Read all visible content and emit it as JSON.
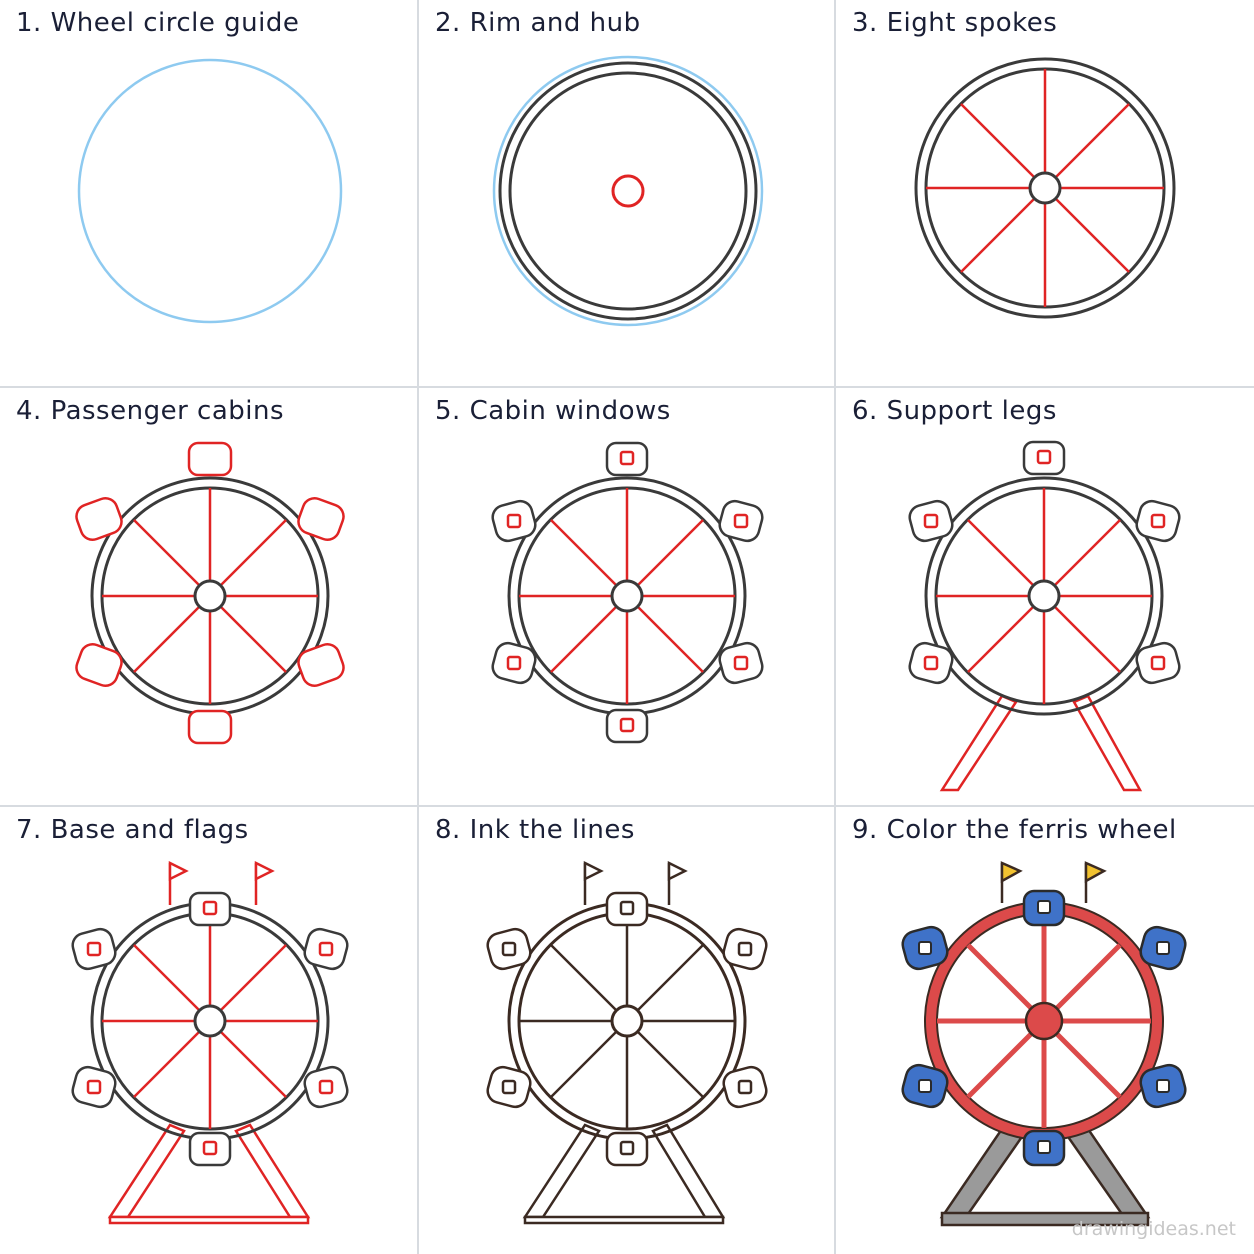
{
  "steps": [
    {
      "title": "1. Wheel circle guide"
    },
    {
      "title": "2. Rim and hub"
    },
    {
      "title": "3. Eight spokes"
    },
    {
      "title": "4. Passenger cabins"
    },
    {
      "title": "5. Cabin windows"
    },
    {
      "title": "6. Support legs"
    },
    {
      "title": "7. Base and flags"
    },
    {
      "title": "8. Ink the lines"
    },
    {
      "title": "9. Color the ferris wheel"
    }
  ],
  "watermark": "drawingideas.net",
  "colors": {
    "guide_blue": "#8ecaf0",
    "new_red": "#e02424",
    "pencil_gray": "#3a3a3a",
    "ink_brown": "#3b2a22",
    "fill_red": "#dc4a4a",
    "fill_blue": "#3f72c8",
    "fill_gray": "#9a9a9a",
    "flag_yellow": "#f2c230",
    "divider": "#d7dbe0"
  }
}
